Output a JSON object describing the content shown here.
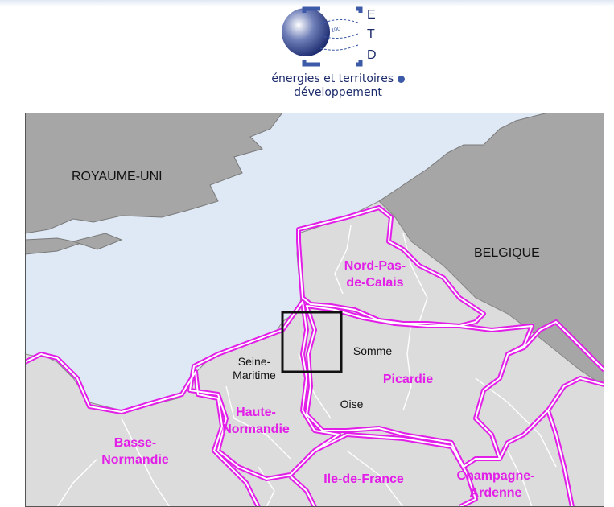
{
  "logo": {
    "letters": [
      "E",
      "T",
      "D"
    ],
    "isoline_value": "100",
    "tagline_line1": "énergies et territoires",
    "tagline_line2": "développement"
  },
  "countries": {
    "uk": "ROYAUME-UNI",
    "belgium": "BELGIQUE"
  },
  "regions": {
    "nord_pas_de_calais": [
      "Nord-Pas-",
      "de-Calais"
    ],
    "picardie": "Picardie",
    "haute_normandie": [
      "Haute-",
      "Normandie"
    ],
    "basse_normandie": [
      "Basse-",
      "Normandie"
    ],
    "ile_de_france": "Ile-de-France",
    "champagne_ardenne": [
      "Champagne-",
      "Ardenne"
    ]
  },
  "departments": {
    "somme": "Somme",
    "oise": "Oise",
    "seine_maritime": [
      "Seine-",
      "Maritime"
    ]
  },
  "colors": {
    "sea": "#dfe9f5",
    "land": "#dcdcdc",
    "foreign_land": "#a6a6a6",
    "region_border": "#e21ee8",
    "label_magenta": "#e21ee8",
    "highlight_box": "#111111"
  }
}
